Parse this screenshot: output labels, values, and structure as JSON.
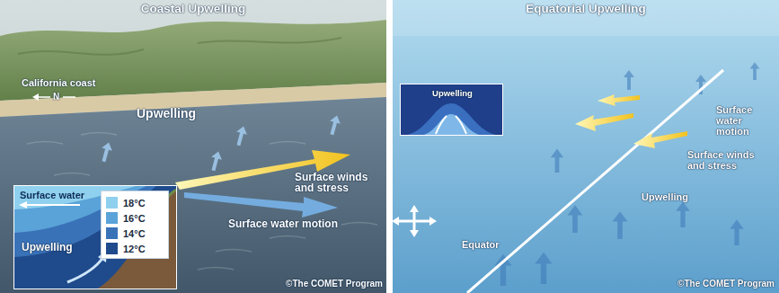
{
  "diagram": {
    "nodes": [
      {
        "text": [
          "Coastal Upwelling"
        ]
      },
      {
        "text": [
          "Surface water",
          "Upwelling"
        ],
        "in": 0
      },
      {
        "text": [
          "Equatorial Upwelling"
        ]
      },
      {
        "text": [
          "Upwelling"
        ],
        "in": 2
      }
    ],
    "labels": [
      "California coast",
      "N",
      "Upwelling",
      "Surface winds and stress",
      "Surface water motion",
      "©The COMET Program",
      "Surface water motion",
      "Surface winds and stress",
      "Upwelling",
      "Equator",
      "©The COMET Program"
    ],
    "legend": [
      {
        "text": "18°C",
        "color": "#8fd0ee"
      },
      {
        "text": "16°C",
        "color": "#5aa3d8"
      },
      {
        "text": "14°C",
        "color": "#3a72b8"
      },
      {
        "text": "12°C",
        "color": "#1f4b8c"
      }
    ]
  }
}
